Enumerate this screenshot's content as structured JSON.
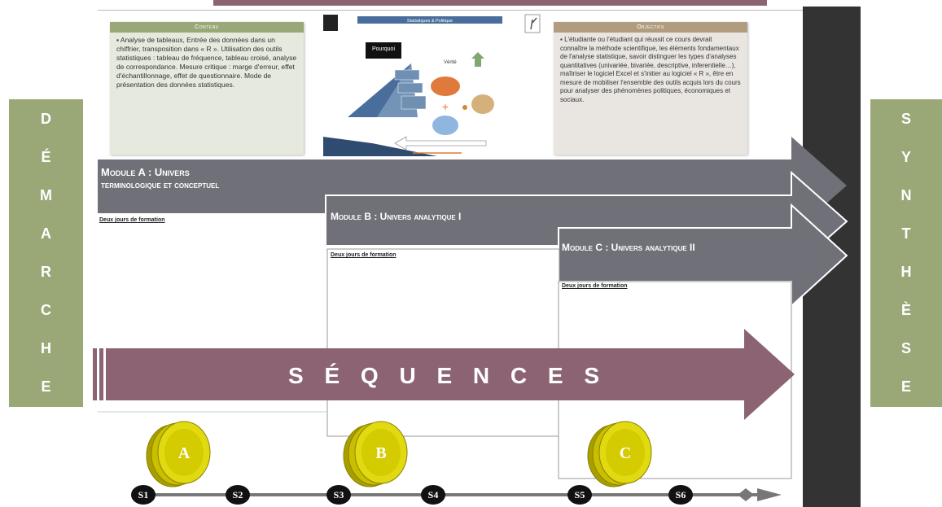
{
  "left_sidebar": {
    "letters": [
      "D",
      "É",
      "M",
      "A",
      "R",
      "C",
      "H",
      "E"
    ]
  },
  "right_sidebar": {
    "letters": [
      "S",
      "Y",
      "N",
      "T",
      "H",
      "È",
      "S",
      "E"
    ]
  },
  "contenu": {
    "header": "Contenu",
    "text": "Analyse de tableaux, Entrée des données dans un chiffrier, transposition dans « R ». Utilisation des outils statistiques : tableau de fréquence, tableau croisé, analyse de correspondance. Mesure critique : marge d'erreur, effet d'échantillonnage, effet de questionnaire. Mode de présentation des données statistiques."
  },
  "objectifs": {
    "header": "Objectifs",
    "text": "L'étudiante ou l'étudiant qui réussit ce cours devrait connaître la méthode scientifique, les éléments fondamentaux de l'analyse statistique, savoir distinguer les types d'analyses quantitatives (univariée, bivariée, descriptive, inferentielle…), maîtriser le logiciel Excel et s'initier au logiciel « R », être en mesure de mobiliser l'ensemble des outils acquis lors du cours pour analyser des phénomènes politiques, économiques et sociaux."
  },
  "center_image": {
    "banner": "Statistiques & Politique",
    "pourquoi": "Pourquoi",
    "verite": "Vérité"
  },
  "modules": [
    {
      "title_line1": "Module A :  Univers",
      "title_line2": "terminologique et conceptuel",
      "duration": "Deux jours de formation"
    },
    {
      "title_line1": "Module B : Univers analytique I",
      "title_line2": "",
      "duration": "Deux jours de formation"
    },
    {
      "title_line1": "Module C : Univers analytique II",
      "title_line2": "",
      "duration": "Deux jours de formation"
    }
  ],
  "sequences_label": "S É Q U E N C E S",
  "coins": [
    "A",
    "B",
    "C"
  ],
  "timeline": [
    "S1",
    "S2",
    "S3",
    "S4",
    "S5",
    "S6"
  ],
  "colors": {
    "sidebar_green": "#9aa878",
    "module_gray": "#707079",
    "sequence_maroon": "#8c6373",
    "coin_yellow": "#d8d000",
    "dark_bar": "#333333"
  }
}
